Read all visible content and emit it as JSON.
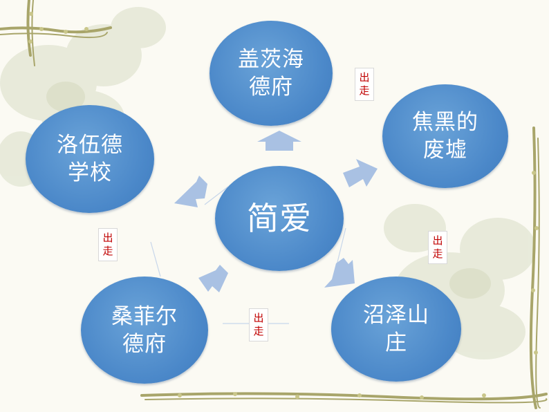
{
  "diagram": {
    "center": {
      "label": "简爱"
    },
    "nodes": [
      {
        "id": "gateshead",
        "label": "盖茨海\n德府"
      },
      {
        "id": "thornfield-ruins",
        "label": "焦黑的\n废墟"
      },
      {
        "id": "marsh-end",
        "label": "沼泽山\n庄"
      },
      {
        "id": "thornfield",
        "label": "桑菲尔\n德府"
      },
      {
        "id": "lowood",
        "label": "洛伍德\n学校"
      }
    ],
    "tags": [
      {
        "line1": "出",
        "line2": "走"
      },
      {
        "line1": "出",
        "line2": "走"
      },
      {
        "line1": "出",
        "line2": "走"
      },
      {
        "line1": "出",
        "line2": "走"
      }
    ]
  },
  "colors": {
    "node_fill": "#4b88c9",
    "arrow_fill": "#a9c1e3",
    "tag_text": "#c00000",
    "vine": "#a8a56a",
    "blossom": "#e3e6d4"
  }
}
